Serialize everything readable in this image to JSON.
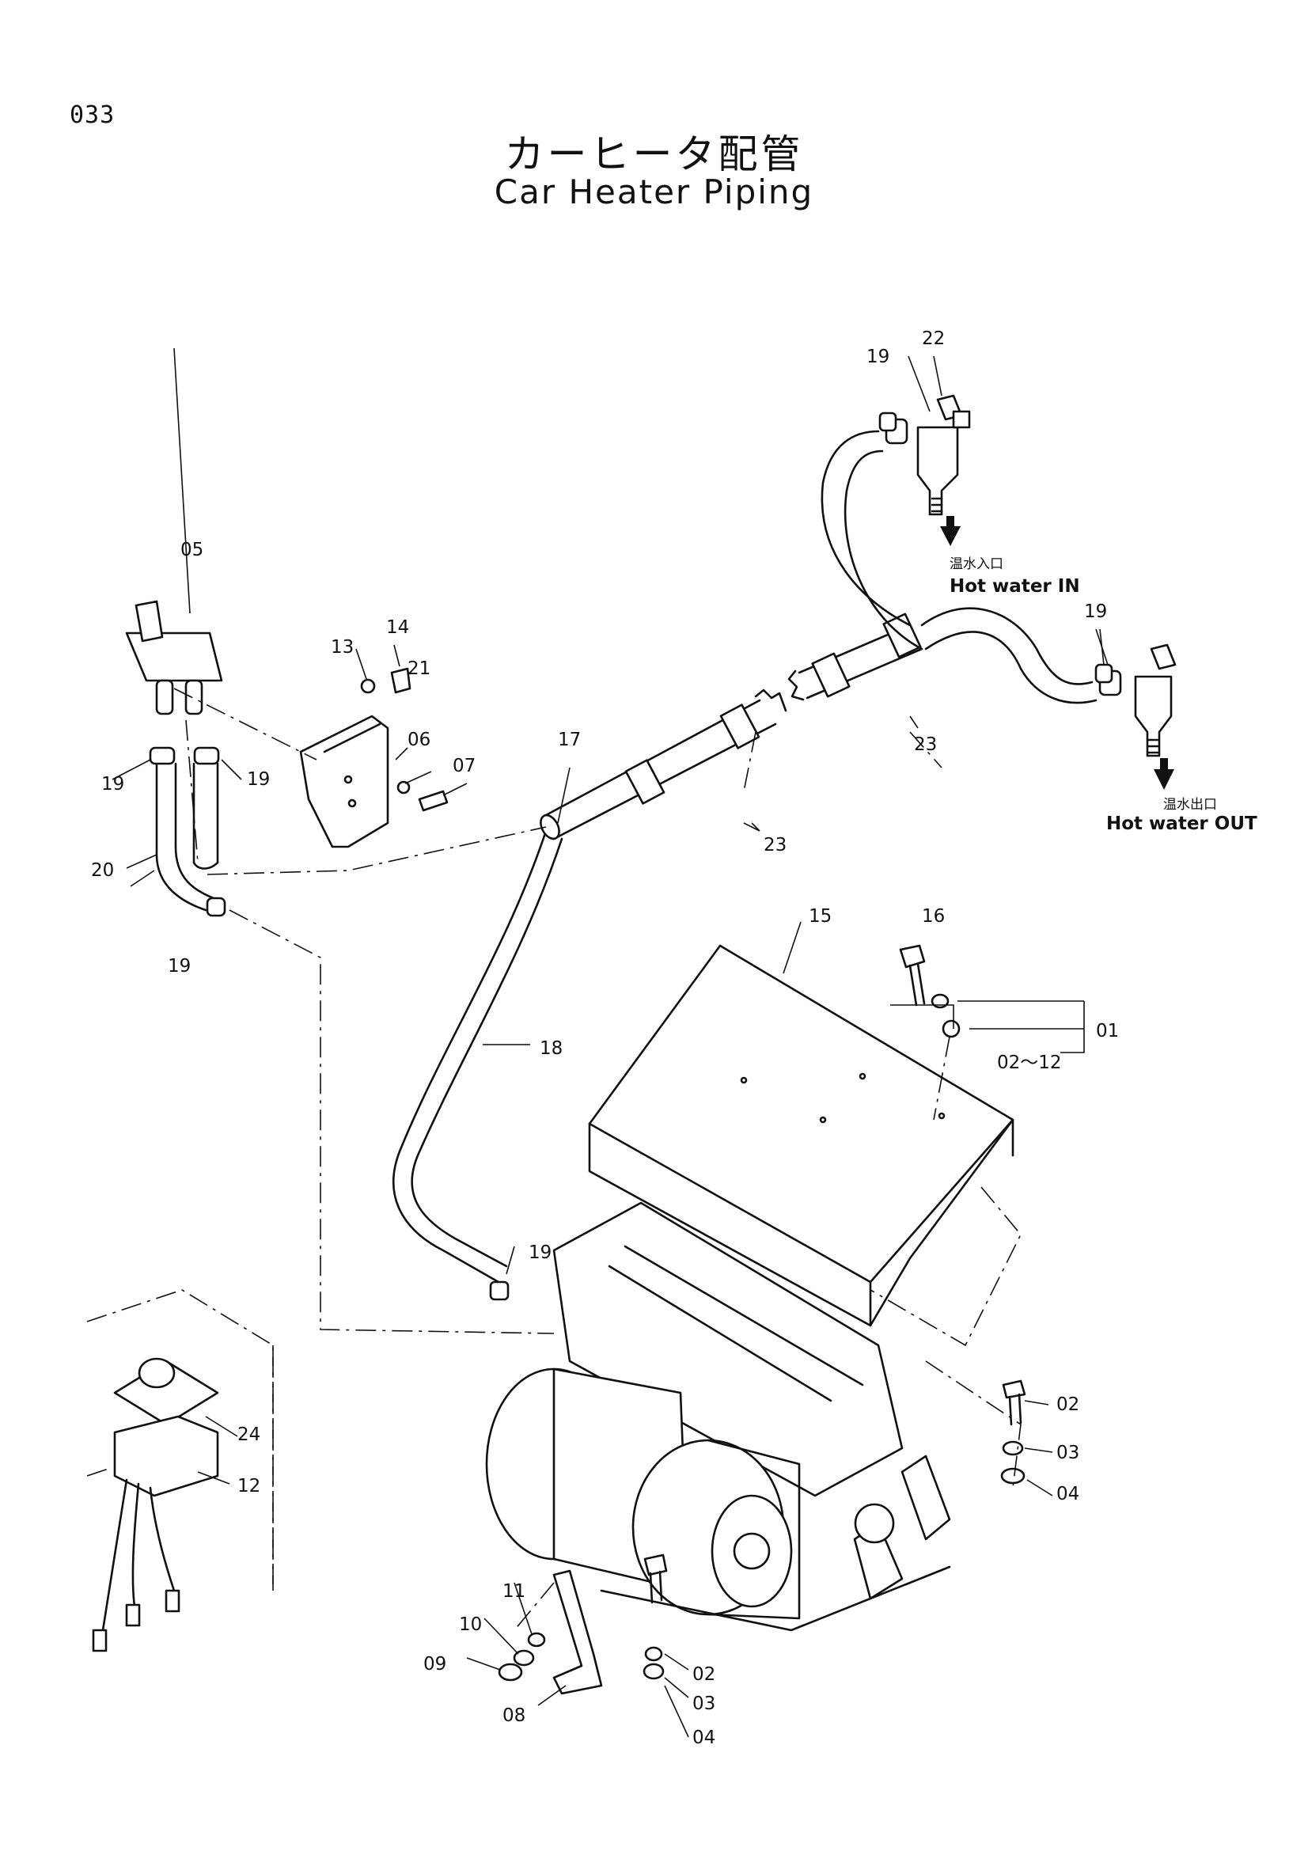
{
  "page_number": "033",
  "title_jp": "カーヒータ配管",
  "title_en": "Car Heater Piping",
  "flow": {
    "in_jp": "温水入口",
    "in_en": "Hot water IN",
    "out_jp": "温水出口",
    "out_en": "Hot water OUT"
  },
  "callouts": {
    "c01": "01",
    "c02_12": "02～12",
    "c02a": "02",
    "c03a": "03",
    "c04a": "04",
    "c02b": "02",
    "c03b": "03",
    "c04b": "04",
    "c05": "05",
    "c06": "06",
    "c07": "07",
    "c08": "08",
    "c09": "09",
    "c10": "10",
    "c11": "11",
    "c12": "12",
    "c13": "13",
    "c14": "14",
    "c15": "15",
    "c16": "16",
    "c17": "17",
    "c18": "18",
    "c19a": "19",
    "c19b": "19",
    "c19c": "19",
    "c19d": "19",
    "c19e": "19",
    "c19f": "19",
    "c20": "20",
    "c21": "21",
    "c22": "22",
    "c23a": "23",
    "c23b": "23",
    "c24": "24"
  }
}
